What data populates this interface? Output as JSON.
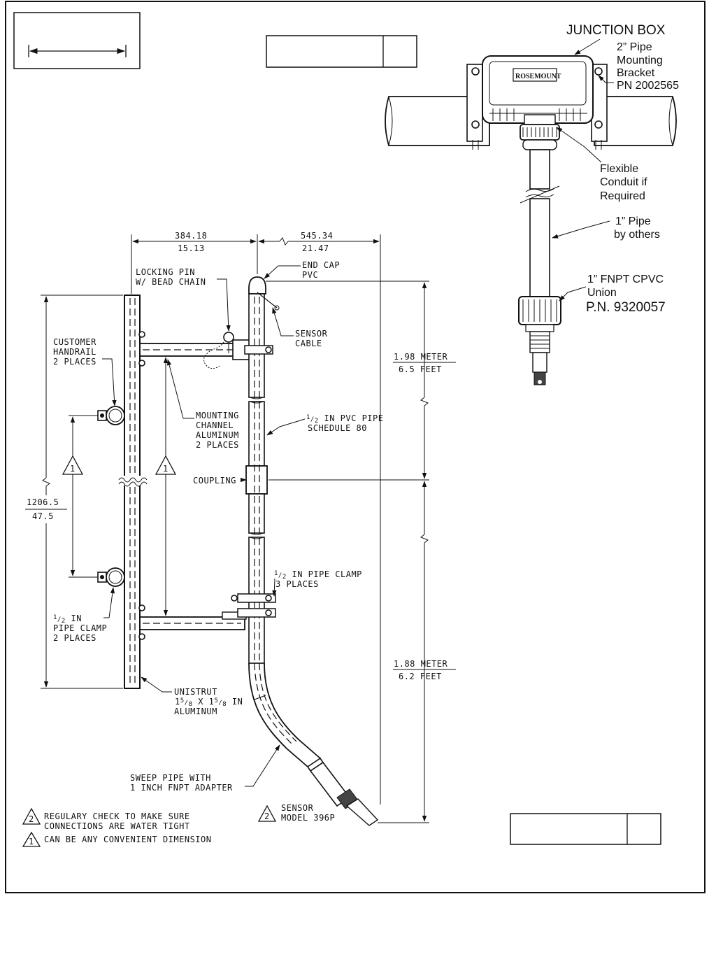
{
  "dimensions": {
    "width_mm": "384.18",
    "width_in": "15.13",
    "offset_mm": "545.34",
    "offset_in": "21.47",
    "height_mm": "1206.5",
    "height_in": "47.5",
    "upper_m": "1.98 METER",
    "upper_ft": "6.5 FEET",
    "lower_m": "1.88 METER",
    "lower_ft": "6.2 FEET"
  },
  "labels": {
    "locking_pin_1": "LOCKING PIN",
    "locking_pin_2": "W/ BEAD CHAIN",
    "end_cap_1": "END CAP",
    "end_cap_2": "PVC",
    "sensor_cable_1": "SENSOR",
    "sensor_cable_2": "CABLE",
    "handrail_1": "CUSTOMER",
    "handrail_2": "HANDRAIL",
    "handrail_3": "2 PLACES",
    "channel_1": "MOUNTING",
    "channel_2": "CHANNEL",
    "channel_3": "ALUMINUM",
    "channel_4": "2 PLACES",
    "pvc_pipe_frac": "1",
    "pvc_pipe_frac_den": "2",
    "pvc_pipe_1": " IN PVC PIPE",
    "pvc_pipe_2": "SCHEDULE 80",
    "coupling": "COUPLING",
    "pipe_clamp3_frac": "1",
    "pipe_clamp3_frac_den": "2",
    "pipe_clamp3_1": " IN PIPE CLAMP",
    "pipe_clamp3_2": "3 PLACES",
    "pipe_clamp2_frac": "1",
    "pipe_clamp2_frac_den": "2",
    "pipe_clamp2_1": " IN",
    "pipe_clamp2_2": "PIPE CLAMP",
    "pipe_clamp2_3": "2 PLACES",
    "unistrut_1": "UNISTRUT",
    "unistrut_2a": "1",
    "unistrut_2a_num": "5",
    "unistrut_2a_den": "8",
    "unistrut_2b": " X 1",
    "unistrut_2b_num": "5",
    "unistrut_2b_den": "8",
    "unistrut_2c": " IN",
    "unistrut_3": "ALUMINUM",
    "sweep_1": "SWEEP PIPE WITH",
    "sweep_2": "1 INCH FNPT ADAPTER",
    "sensor_1": "SENSOR",
    "sensor_2": "MODEL 396P",
    "note_2_1": "REGULARY CHECK TO MAKE SURE",
    "note_2_2": "CONNECTIONS ARE WATER TIGHT",
    "note_1": "CAN BE ANY CONVENIENT DIMENSION",
    "tri_1": "1",
    "tri_2": "2",
    "junction_box": "JUNCTION BOX",
    "bracket_1": "2” Pipe",
    "bracket_2": "Mounting",
    "bracket_3": "Bracket",
    "bracket_4": "PN 2002565",
    "conduit_1": "Flexible",
    "conduit_2": "Conduit if",
    "conduit_3": "Required",
    "pipe_others_1": "1” Pipe",
    "pipe_others_2": "by others",
    "union_1": "1” FNPT CPVC",
    "union_2": "Union",
    "union_3": "P.N. 9320057",
    "rosemount": "ROSEMOUNT"
  }
}
